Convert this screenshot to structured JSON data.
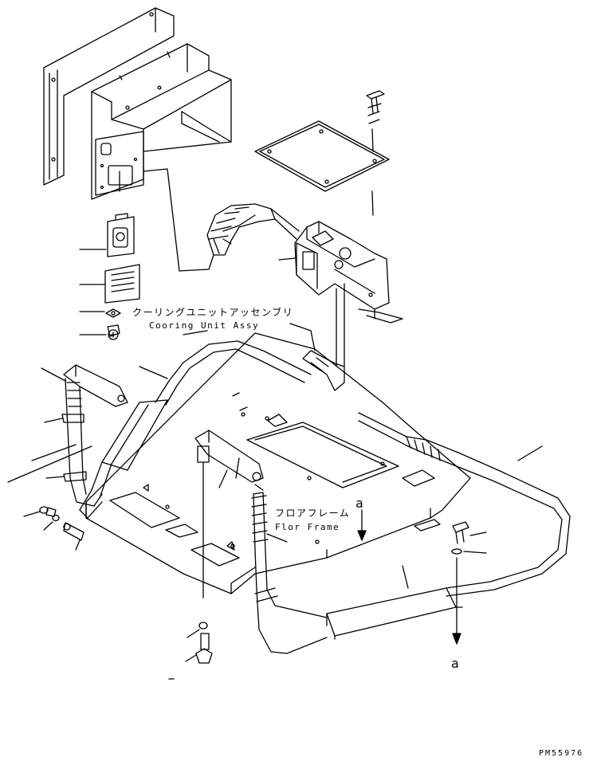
{
  "diagram": {
    "labels": {
      "cooling_unit_jp": "クーリングユニットアッセンブリ",
      "cooling_unit_en": "Cooring Unit Assy",
      "floor_frame_jp": "フロアフレーム",
      "floor_frame_en": "Flor Frame",
      "ref_a_top": "a",
      "ref_a_bottom": "a",
      "drawing_code": "PM55976"
    }
  }
}
